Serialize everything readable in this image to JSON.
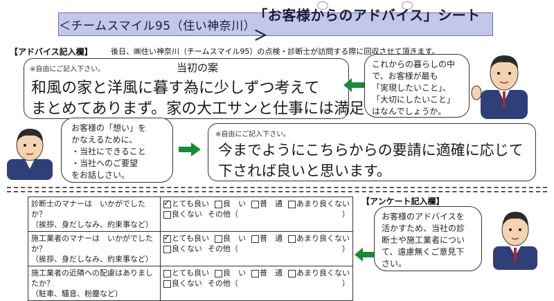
{
  "header": {
    "title_prefix": "＜チームスマイル95（住い神奈川）",
    "title_main": "「お客様からのアドバイス」シート＞"
  },
  "advice_section": {
    "label": "【アドバイス記入欄】",
    "notice": "後日、㈱住い神奈川（チームスマイル95）の点検・診断士が訪問する際に回収させて頂きます。",
    "box1_note": "※自由にご記入下さい。",
    "box1_handwriting_line1": "和風の家と洋風に暮す為に少しずつ考えて",
    "box1_handwriting_insert": "当初の案",
    "box1_handwriting_line2": "まとめてありまず。家の大工サンと仕事には満足です。",
    "box2_note": "※自由にご記入下さい。",
    "box2_handwriting_line1": "今までようにこちらからの要請に適確に応じて",
    "box2_handwriting_line2": "下されば良いと思います。"
  },
  "speech_right_top": {
    "lines": [
      "これからの暮らしの中",
      "で、お客様が最も",
      "「実現したいこと」、",
      "「大切にしたいこと」",
      "はなんでしょうか。"
    ]
  },
  "speech_left_mid": {
    "lines": [
      "お客様の「想い」を",
      "かなえるために、",
      "・当社にできること",
      "・当社へのご要望",
      "をお話しさい。"
    ]
  },
  "survey_section": {
    "label": "【アンケート記入欄】",
    "rows": [
      {
        "q1": "診断士のマナーは　いかがでしたか？",
        "q2": "（挨拶、身だしなみ、約束事など）",
        "opts": [
          "とても良い",
          "良　い",
          "普　通",
          "あまり良くない"
        ],
        "opts2a": "良くない",
        "opts2b": "その他（",
        "opts2c": "）",
        "checked": 0
      },
      {
        "q1": "施工業者のマナーは　いかがでしたか？",
        "q2": "（挨拶、身だしなみ、約束事など）",
        "opts": [
          "とても良い",
          "良　い",
          "普　通",
          "あまり良くない"
        ],
        "opts2a": "良くない",
        "opts2b": "その他（",
        "opts2c": "）",
        "checked": 0
      },
      {
        "q1": "施工業者の近隣への配慮はありましたか？",
        "q2": "（駐車、騒音、粉塵など）",
        "opts": [
          "とても良い",
          "良　い",
          "普　通",
          "あまり良くない"
        ],
        "opts2a": "良くない",
        "opts2b": "その他（",
        "opts2c": "）",
        "checked": -1
      }
    ]
  },
  "speech_right_bottom": {
    "lines": [
      "お客様のアドバイスを",
      "活かすため、当社の診",
      "断士や施工業者につい",
      "て、遠慮無くご意見下",
      "さい。"
    ]
  },
  "colors": {
    "title_bg": "#c3c8ea",
    "title_border": "#6a6fa8",
    "arrow": "#1a8a3a"
  }
}
